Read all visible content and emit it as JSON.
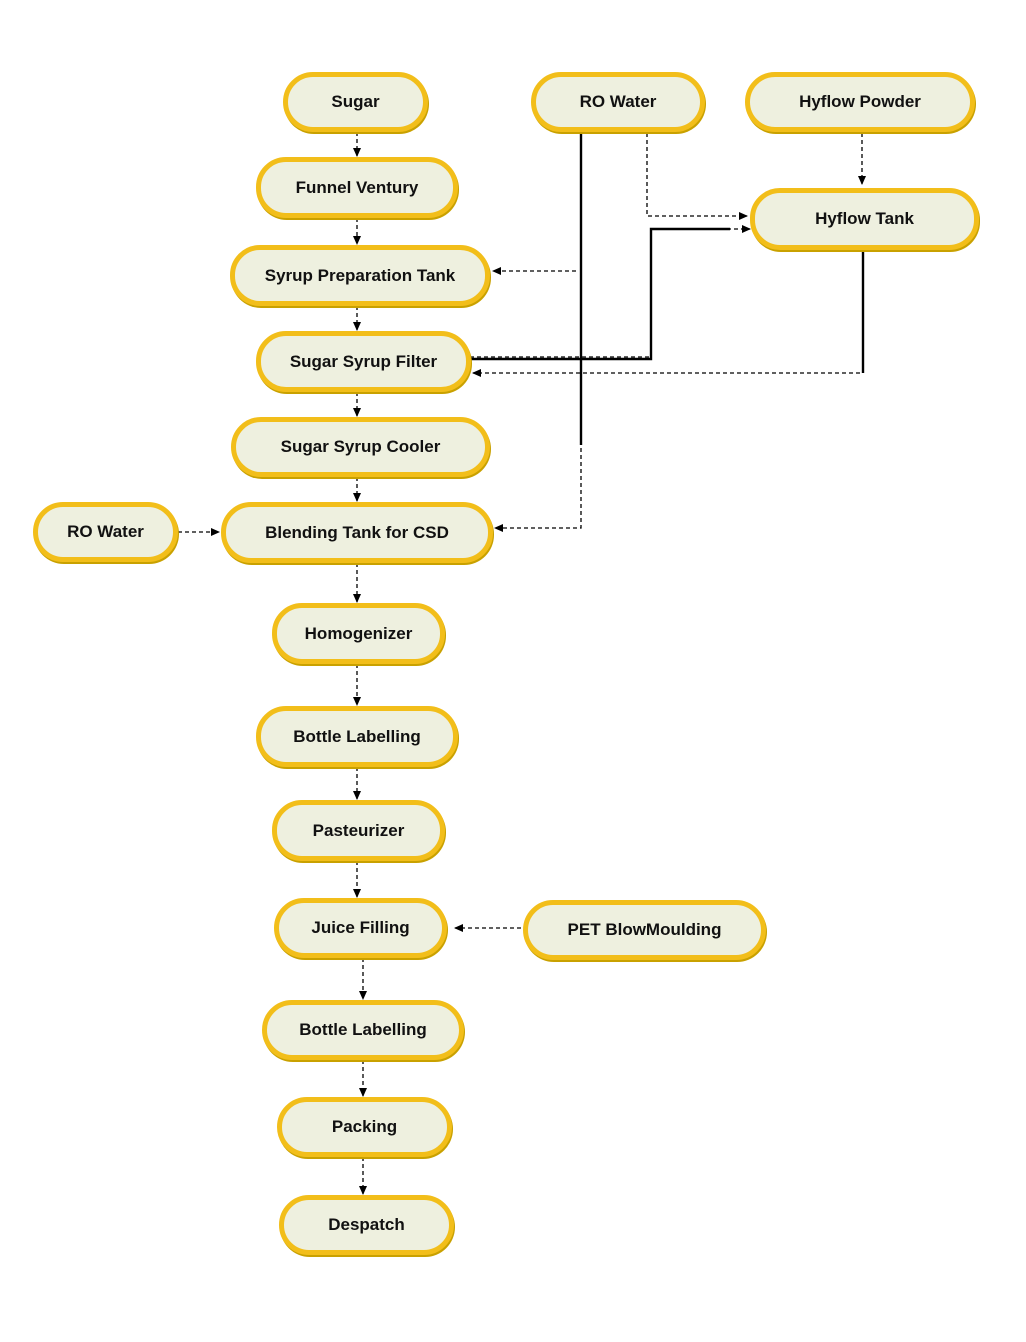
{
  "colors": {
    "node_border": "#f2be1a",
    "node_fill": "#eef0df",
    "text": "#111111",
    "connector": "#000000"
  },
  "nodes": {
    "sugar": "Sugar",
    "ro_water_top": "RO Water",
    "hyflow_powder": "Hyflow Powder",
    "funnel_venturi": "Funnel Ventury",
    "hyflow_tank": "Hyflow Tank",
    "syrup_preparation_tank": "Syrup Preparation Tank",
    "sugar_syrup_filter": "Sugar Syrup Filter",
    "sugar_syrup_cooler": "Sugar Syrup Cooler",
    "ro_water_left": "RO Water",
    "blending_tank": "Blending Tank for CSD",
    "homogenizer": "Homogenizer",
    "bottle_labelling_1": "Bottle Labelling",
    "pasteurizer": "Pasteurizer",
    "juice_filling": "Juice Filling",
    "pet_blow_moulding": "PET BlowMoulding",
    "bottle_labelling_2": "Bottle Labelling",
    "packing": "Packing",
    "despatch": "Despatch"
  }
}
